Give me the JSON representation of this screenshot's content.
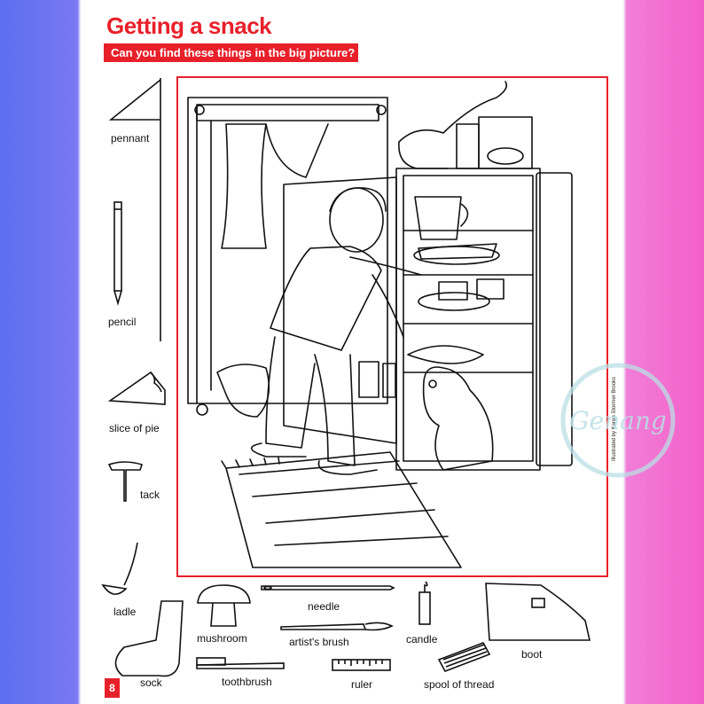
{
  "page": {
    "title": "Getting a snack",
    "subtitle": "Can you find these things in the big picture?",
    "page_number": "8",
    "credit": "Illustrated by Karen Stormer Brooks",
    "watermark_text": "Genang",
    "accent_color": "#e8202a"
  },
  "items": {
    "pennant": "pennant",
    "pencil": "pencil",
    "slice_of_pie": "slice of pie",
    "tack": "tack",
    "ladle": "ladle",
    "mushroom": "mushroom",
    "needle": "needle",
    "artists_brush": "artist's brush",
    "candle": "candle",
    "boot": "boot",
    "sock": "sock",
    "toothbrush": "toothbrush",
    "ruler": "ruler",
    "spool_of_thread": "spool of thread"
  }
}
